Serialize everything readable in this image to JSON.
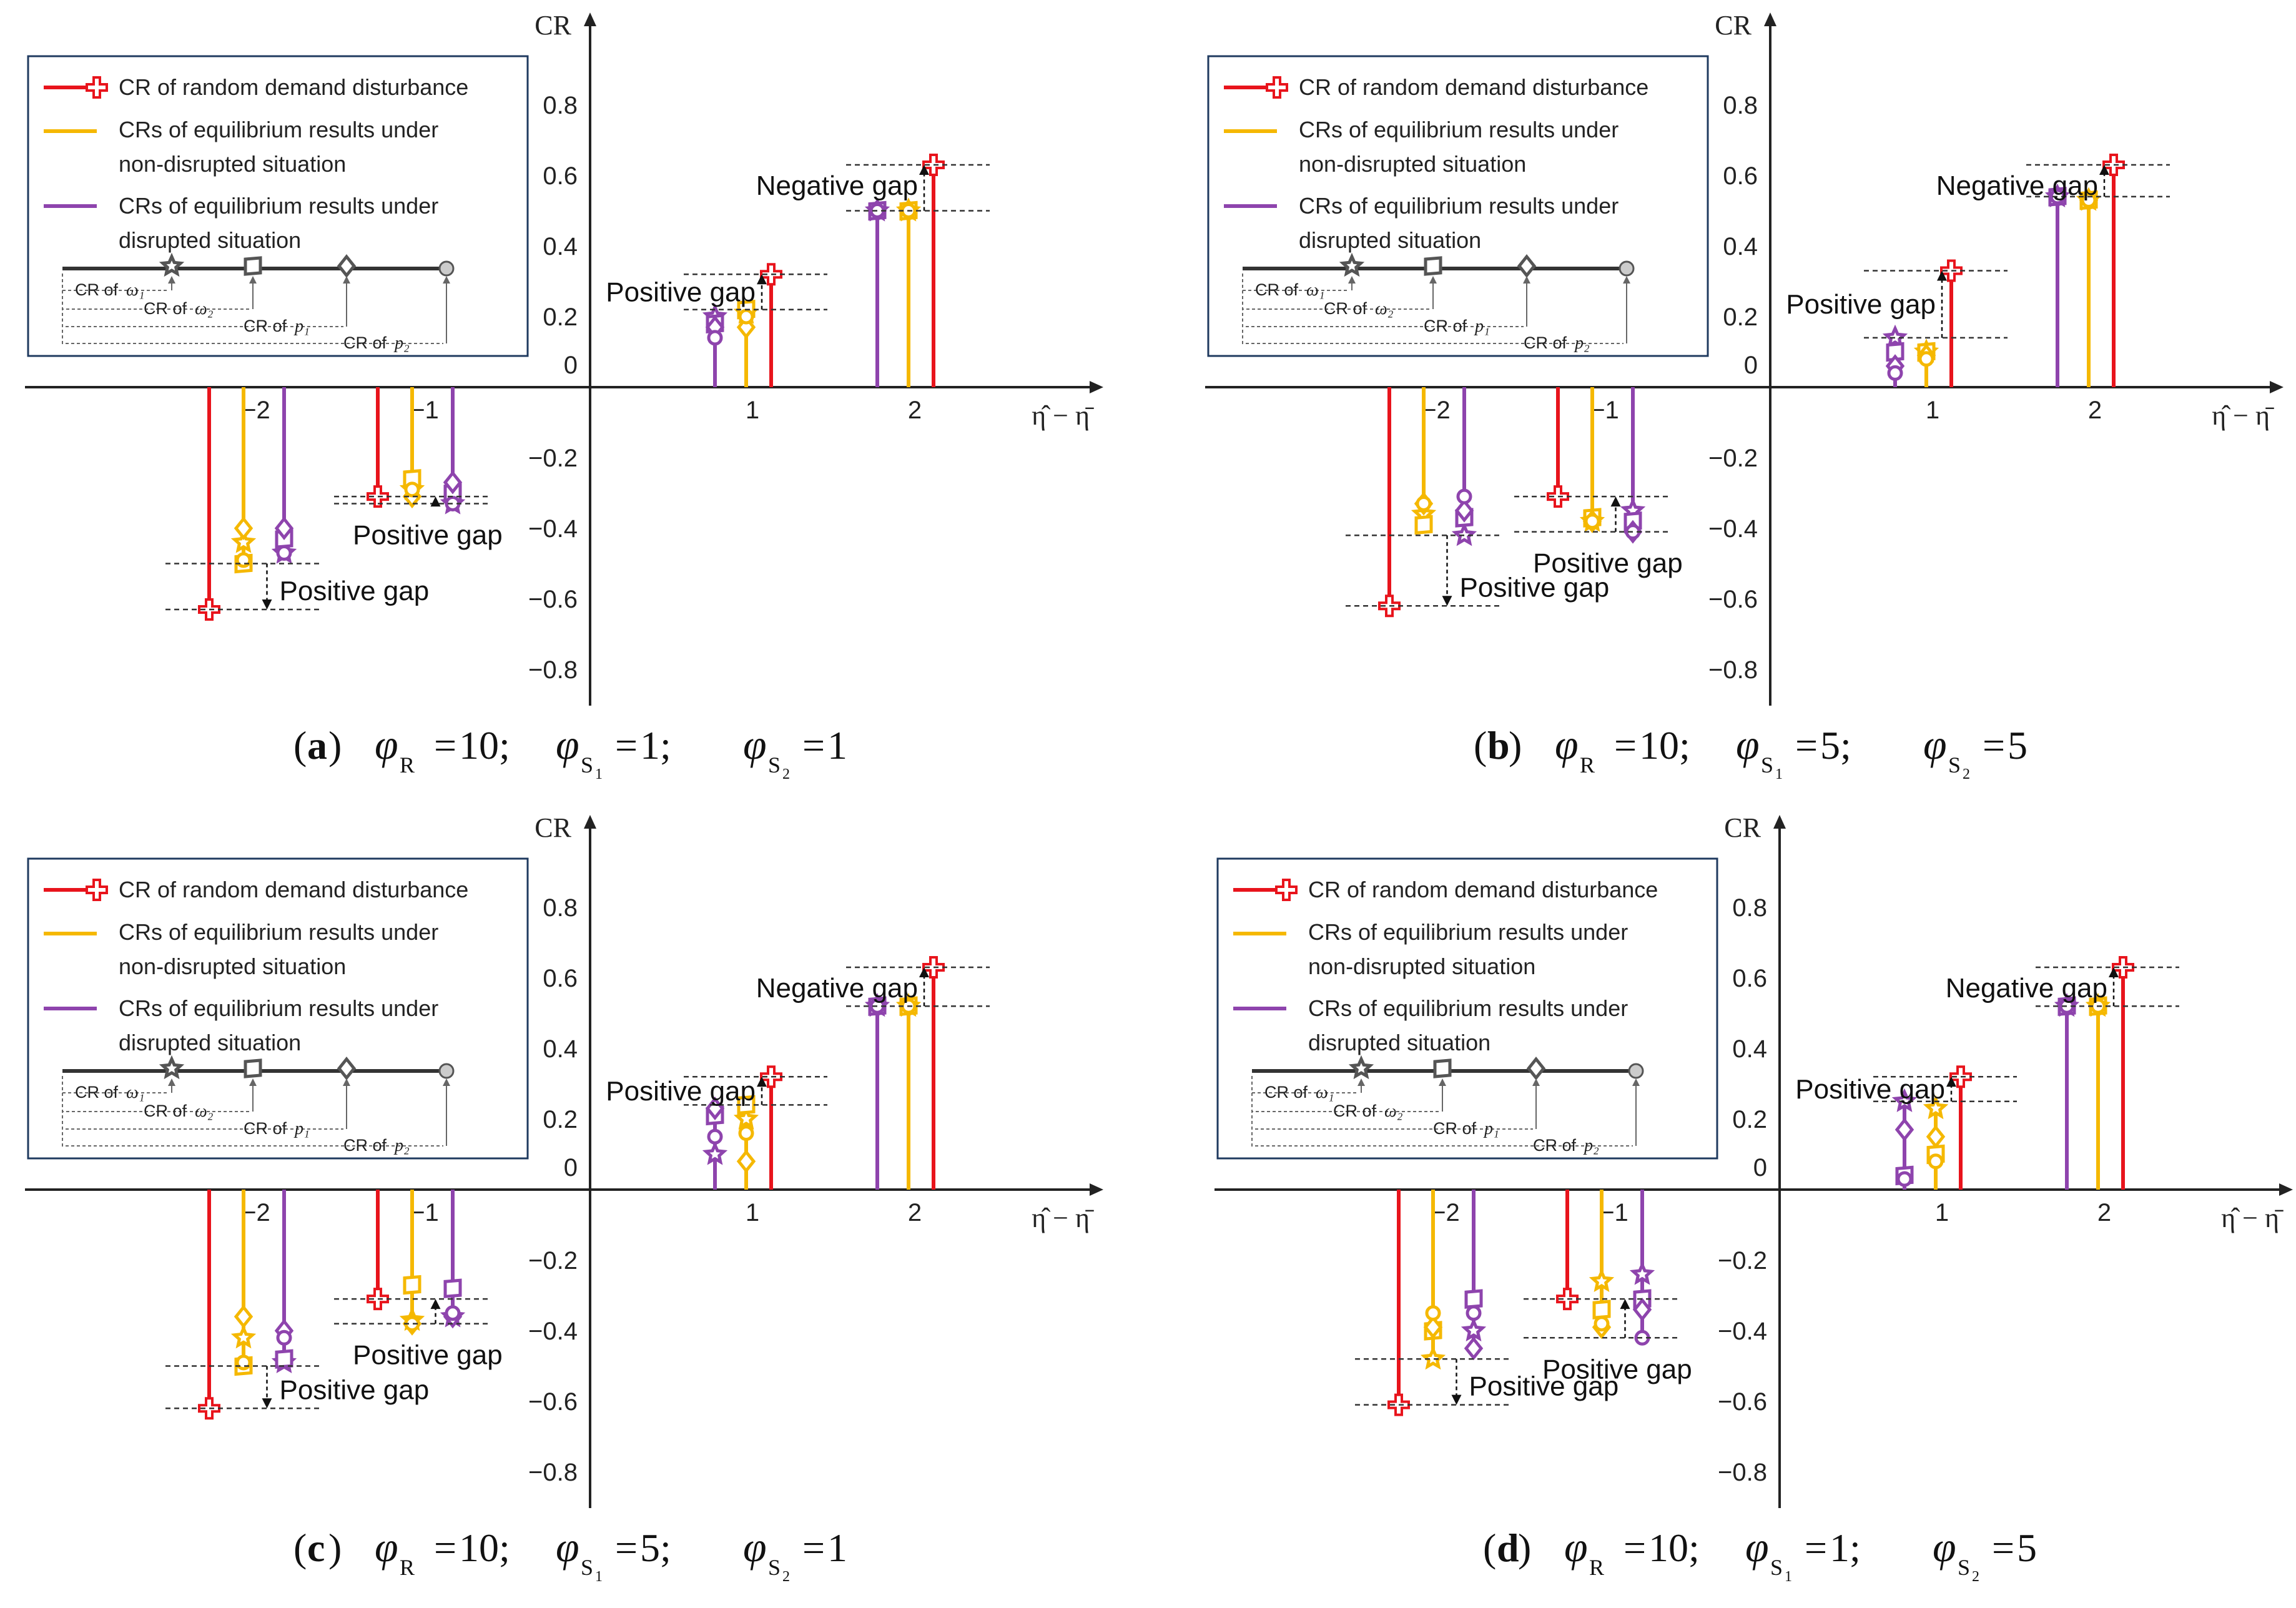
{
  "colors": {
    "random_demand": "#e8141c",
    "non_disrupted": "#f5b800",
    "disrupted": "#8e44ad",
    "axis": "#222222",
    "legend_border": "#1f3a5f"
  },
  "shared": {
    "ylabel": "CR",
    "xlabel": "η̂ − η̄",
    "y_ticks": [
      "0.8",
      "0.6",
      "0.4",
      "0.2",
      "0",
      "−0.2",
      "−0.4",
      "−0.6",
      "−0.8"
    ],
    "x_ticks": [
      "−2",
      "−1",
      "1",
      "2"
    ],
    "legend": {
      "random_label": "CR of random demand disturbance",
      "non_disrupted_label_1": "CRs of equilibrium results under",
      "non_disrupted_label_2": "non-disrupted situation",
      "disrupted_label_1": "CRs of equilibrium results under",
      "disrupted_label_2": "disrupted situation",
      "scale_cr_of": "CR of",
      "scale_omega1": "ω₁",
      "scale_omega2": "ω₂",
      "scale_p1": "p₁",
      "scale_p2": "p₂"
    },
    "marker_order": [
      "star (ω₁)",
      "square (ω₂)",
      "diamond (p₁)",
      "circle (p₂)"
    ]
  },
  "chart_data": [
    {
      "type": "scatter",
      "panel": "a",
      "caption_tag": "(a)",
      "caption_eq": {
        "R": "10",
        "S1": "1",
        "S2": "1"
      },
      "x_categories": [
        -2,
        -1,
        1,
        2
      ],
      "ylim": [
        -0.9,
        1.0
      ],
      "series": [
        {
          "name": "CR of random demand disturbance",
          "values": [
            -0.63,
            -0.31,
            0.32,
            0.63
          ]
        },
        {
          "name": "CRs of equilibrium results under non-disrupted situation",
          "points": {
            "-2": [
              -0.44,
              -0.5,
              -0.4,
              -0.49
            ],
            "-1": [
              -0.29,
              -0.26,
              -0.31,
              -0.29
            ],
            "1": [
              0.21,
              0.22,
              0.17,
              0.2
            ],
            "2": [
              0.5,
              0.5,
              0.5,
              0.5
            ]
          }
        },
        {
          "name": "CRs of equilibrium results under disrupted situation",
          "points": {
            "-2": [
              -0.47,
              -0.43,
              -0.4,
              -0.47
            ],
            "-1": [
              -0.33,
              -0.3,
              -0.27,
              -0.33
            ],
            "1": [
              0.2,
              0.18,
              0.17,
              0.14
            ],
            "2": [
              0.5,
              0.5,
              0.5,
              0.5
            ]
          }
        }
      ],
      "annotations": [
        "Positive gap",
        "Positive gap",
        "Positive gap",
        "Negative gap"
      ]
    },
    {
      "type": "scatter",
      "panel": "b",
      "caption_tag": "(b)",
      "caption_eq": {
        "R": "10",
        "S1": "5",
        "S2": "5"
      },
      "x_categories": [
        -2,
        -1,
        1,
        2
      ],
      "ylim": [
        -0.9,
        1.0
      ],
      "series": [
        {
          "name": "CR of random demand disturbance",
          "values": [
            -0.62,
            -0.31,
            0.33,
            0.63
          ]
        },
        {
          "name": "CRs of equilibrium results under non-disrupted situation",
          "points": {
            "-2": [
              -0.36,
              -0.39,
              -0.33,
              -0.33
            ],
            "-1": [
              -0.38,
              -0.37,
              -0.38,
              -0.38
            ],
            "1": [
              0.1,
              0.1,
              0.09,
              0.08
            ],
            "2": [
              0.53,
              0.53,
              0.53,
              0.53
            ]
          }
        },
        {
          "name": "CRs of equilibrium results under disrupted situation",
          "points": {
            "-2": [
              -0.42,
              -0.37,
              -0.35,
              -0.31
            ],
            "-1": [
              -0.35,
              -0.38,
              -0.41,
              -0.41
            ],
            "1": [
              0.14,
              0.1,
              0.06,
              0.04
            ],
            "2": [
              0.54,
              0.54,
              0.54,
              0.54
            ]
          }
        }
      ],
      "annotations": [
        "Positive gap",
        "Positive gap",
        "Positive gap",
        "Negative gap"
      ]
    },
    {
      "type": "scatter",
      "panel": "c",
      "caption_tag": "(c)",
      "caption_eq": {
        "R": "10",
        "S1": "5",
        "S2": "1"
      },
      "x_categories": [
        -2,
        -1,
        1,
        2
      ],
      "ylim": [
        -0.9,
        1.0
      ],
      "series": [
        {
          "name": "CR of random demand disturbance",
          "values": [
            -0.62,
            -0.31,
            0.32,
            0.63
          ]
        },
        {
          "name": "CRs of equilibrium results under non-disrupted situation",
          "points": {
            "-2": [
              -0.42,
              -0.5,
              -0.36,
              -0.49
            ],
            "-1": [
              -0.37,
              -0.27,
              -0.38,
              -0.38
            ],
            "1": [
              0.2,
              0.24,
              0.08,
              0.16
            ],
            "2": [
              0.52,
              0.52,
              0.52,
              0.52
            ]
          }
        },
        {
          "name": "CRs of equilibrium results under disrupted situation",
          "points": {
            "-2": [
              -0.49,
              -0.48,
              -0.4,
              -0.42
            ],
            "-1": [
              -0.36,
              -0.28,
              -0.36,
              -0.35
            ],
            "1": [
              0.1,
              0.21,
              0.23,
              0.15
            ],
            "2": [
              0.52,
              0.52,
              0.52,
              0.52
            ]
          }
        }
      ],
      "annotations": [
        "Positive gap",
        "Positive gap",
        "Positive gap",
        "Negative gap"
      ]
    },
    {
      "type": "scatter",
      "panel": "d",
      "caption_tag": "(d)",
      "caption_eq": {
        "R": "10",
        "S1": "1",
        "S2": "5"
      },
      "x_categories": [
        -2,
        -1,
        1,
        2
      ],
      "ylim": [
        -0.9,
        1.0
      ],
      "series": [
        {
          "name": "CR of random demand disturbance",
          "values": [
            -0.61,
            -0.31,
            0.32,
            0.63
          ]
        },
        {
          "name": "CRs of equilibrium results under non-disrupted situation",
          "points": {
            "-2": [
              -0.48,
              -0.4,
              -0.39,
              -0.35
            ],
            "-1": [
              -0.26,
              -0.34,
              -0.39,
              -0.38
            ],
            "1": [
              0.23,
              0.1,
              0.15,
              0.08
            ],
            "2": [
              0.52,
              0.52,
              0.52,
              0.52
            ]
          }
        },
        {
          "name": "CRs of equilibrium results under disrupted situation",
          "points": {
            "-2": [
              -0.4,
              -0.31,
              -0.45,
              -0.35
            ],
            "-1": [
              -0.24,
              -0.31,
              -0.34,
              -0.42
            ],
            "1": [
              0.25,
              0.04,
              0.17,
              0.03
            ],
            "2": [
              0.52,
              0.52,
              0.52,
              0.52
            ]
          }
        }
      ],
      "annotations": [
        "Positive gap",
        "Positive gap",
        "Positive gap",
        "Negative gap"
      ]
    }
  ]
}
